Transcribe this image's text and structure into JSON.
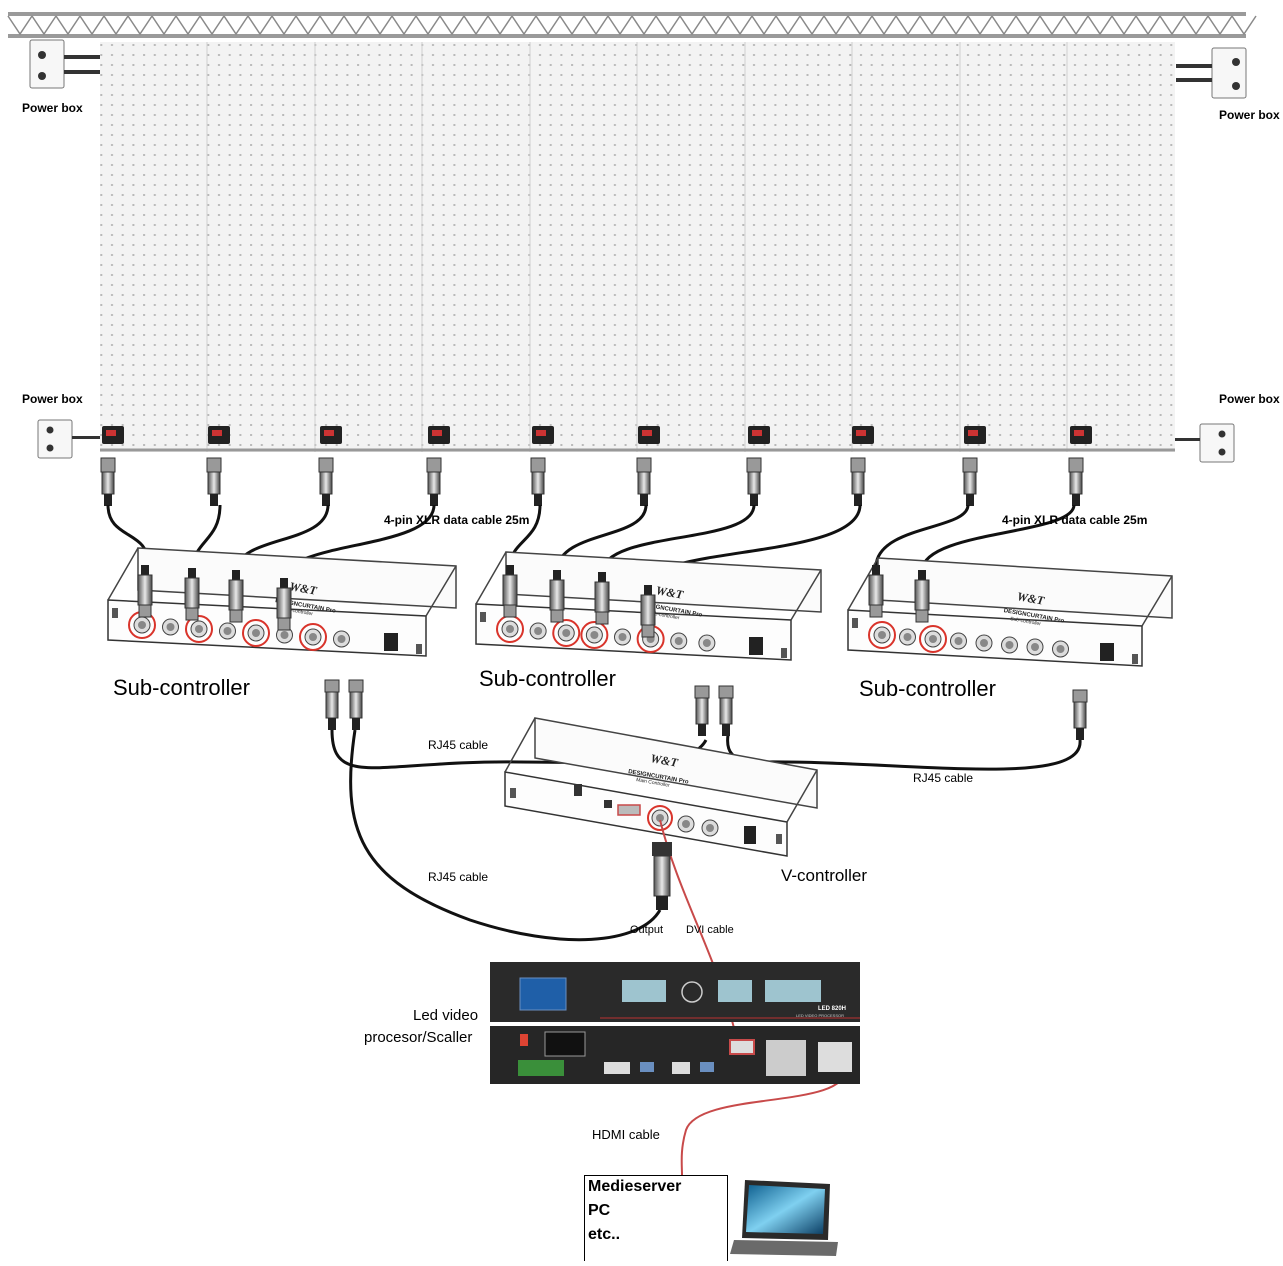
{
  "labels": {
    "power_box_top_left": "Power box",
    "power_box_top_right": "Power box",
    "power_box_bottom_left": "Power box",
    "power_box_bottom_right": "Power box",
    "xlr_cable_left": "4-pin XLR data cable 25m",
    "xlr_cable_right": "4-pin XLR data cable 25m",
    "sub_controller_1": "Sub-controller",
    "sub_controller_2": "Sub-controller",
    "sub_controller_3": "Sub-controller",
    "rj45_cable_1": "RJ45 cable",
    "rj45_cable_2": "RJ45 cable",
    "rj45_cable_3": "RJ45 cable",
    "v_controller": "V-controller",
    "output": "Output",
    "dvi_cable": "DVI cable",
    "processor_line1": "Led video",
    "processor_line2": "procesor/Scaller",
    "hdmi_cable": "HDMI cable"
  },
  "device_text": {
    "brand": "W&T",
    "sub_model": "DESIGNCURTAIN Pro",
    "sub_desc": "Sub-controller",
    "main_model": "DESIGNCURTAIN Pro",
    "main_desc": "Main Controller",
    "processor_model": "LED 820H",
    "processor_desc": "LED VIDEO PROCESSOR"
  },
  "server_box": {
    "line1": "Medieserver",
    "line2": "PC",
    "line3": "etc.."
  },
  "colors": {
    "cable": "#111111",
    "highlight": "#d9342b",
    "hdmi": "#c84a4a",
    "processor": "#2a2a2a",
    "screen": "#1f5fa8"
  }
}
